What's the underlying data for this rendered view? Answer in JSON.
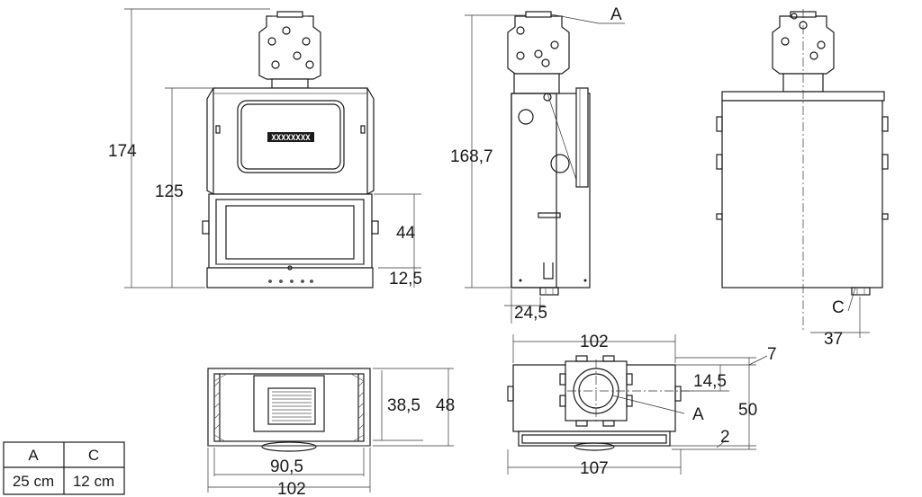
{
  "front_view": {
    "dims": {
      "total_height": "174",
      "body_height": "125",
      "glass_height": "44",
      "base_height": "12,5"
    }
  },
  "side_view": {
    "dims": {
      "total_height": "168,7",
      "depth_offset": "24,5"
    },
    "callout": "A"
  },
  "back_view": {
    "dims": {
      "c_offset": "37"
    },
    "callout": "C"
  },
  "top_view_front": {
    "dims": {
      "inner_width": "90,5",
      "outer_width": "102",
      "inner_depth": "38,5",
      "total_depth": "48"
    }
  },
  "top_view_back": {
    "dims": {
      "width_top": "102",
      "width_bottom": "107",
      "depth": "50",
      "offset_top": "7",
      "offset_mid": "14,5",
      "offset_bottom": "2"
    },
    "callout": "A"
  },
  "legend_table": {
    "headers": [
      "A",
      "C"
    ],
    "values": [
      "25 cm",
      "12 cm"
    ]
  }
}
